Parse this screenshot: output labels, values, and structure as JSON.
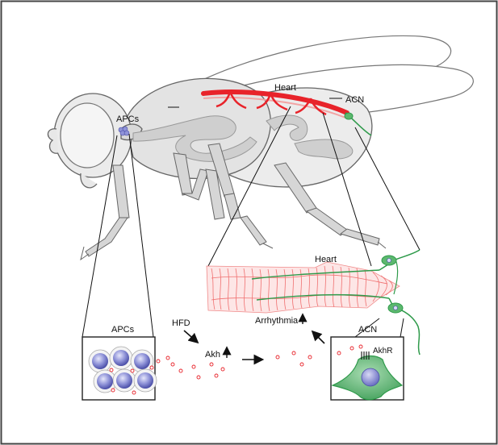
{
  "labels": {
    "heart_top": "Heart",
    "acn_top": "ACN",
    "apcs_top": "APCs",
    "heart_zoom": "Heart",
    "apcs_box": "APCs",
    "acn_box": "ACN",
    "hfd": "HFD",
    "akh": "Akh",
    "arrhythmia": "Arrhythmia",
    "akhr": "AkhR"
  },
  "colors": {
    "heart_red": "#e8232a",
    "heart_tissue": "#f08a8a",
    "neuron_green": "#2e9a4a",
    "neuron_fill": "#5cb86e",
    "cell_purple": "#6b6fc4",
    "body_gray": "#d9d9d9",
    "outline": "#555555"
  }
}
